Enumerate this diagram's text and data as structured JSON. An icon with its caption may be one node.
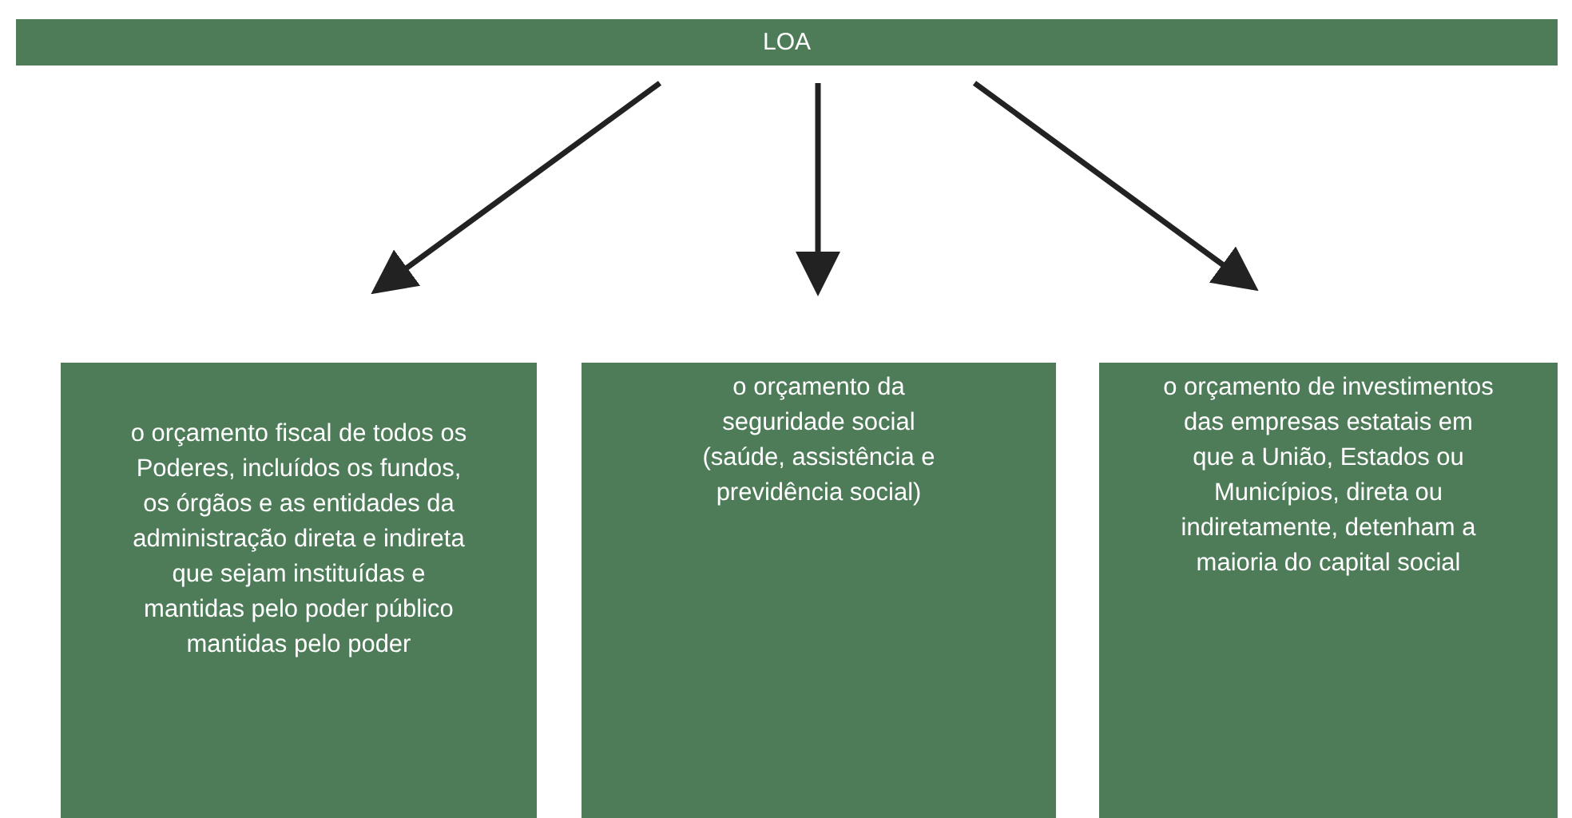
{
  "diagram": {
    "nodes": [
      {
        "text": [
          "LOA"
        ]
      },
      {
        "text": [
          "o orçamento fiscal de todos os Poderes, incluídos os fundos, os órgãos e as entidades da administração direta e indireta que sejam instituídas e mantidas pelo poder público mantidas pelo poder"
        ]
      },
      {
        "text": [
          "o orçamento da seguridade social (saúde, assistência e previdência social)"
        ]
      },
      {
        "text": [
          "o orçamento de investimentos das empresas estatais em que a União, Estados ou Municípios, direta ou indiretamente, detenham a maioria do capital social"
        ]
      }
    ],
    "edges": [
      {
        "from": 0,
        "to": 1,
        "arrow": "to"
      },
      {
        "from": 0,
        "to": 2,
        "arrow": "to"
      },
      {
        "from": 0,
        "to": 3,
        "arrow": "to"
      }
    ]
  }
}
